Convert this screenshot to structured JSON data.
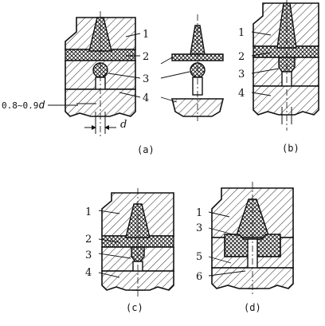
{
  "figures": [
    {
      "id": "a",
      "caption": "(a)",
      "labels": [
        "1",
        "2",
        "3",
        "4"
      ],
      "dimensions": {
        "range": "0.8~0.9",
        "symbol": "d"
      }
    },
    {
      "id": "b",
      "caption": "(b)",
      "labels": [
        "1",
        "2",
        "3",
        "4"
      ]
    },
    {
      "id": "c",
      "caption": "(c)",
      "labels": [
        "1",
        "2",
        "3",
        "4"
      ]
    },
    {
      "id": "d",
      "caption": "(d)",
      "labels": [
        "1",
        "3",
        "5",
        "6"
      ]
    }
  ]
}
